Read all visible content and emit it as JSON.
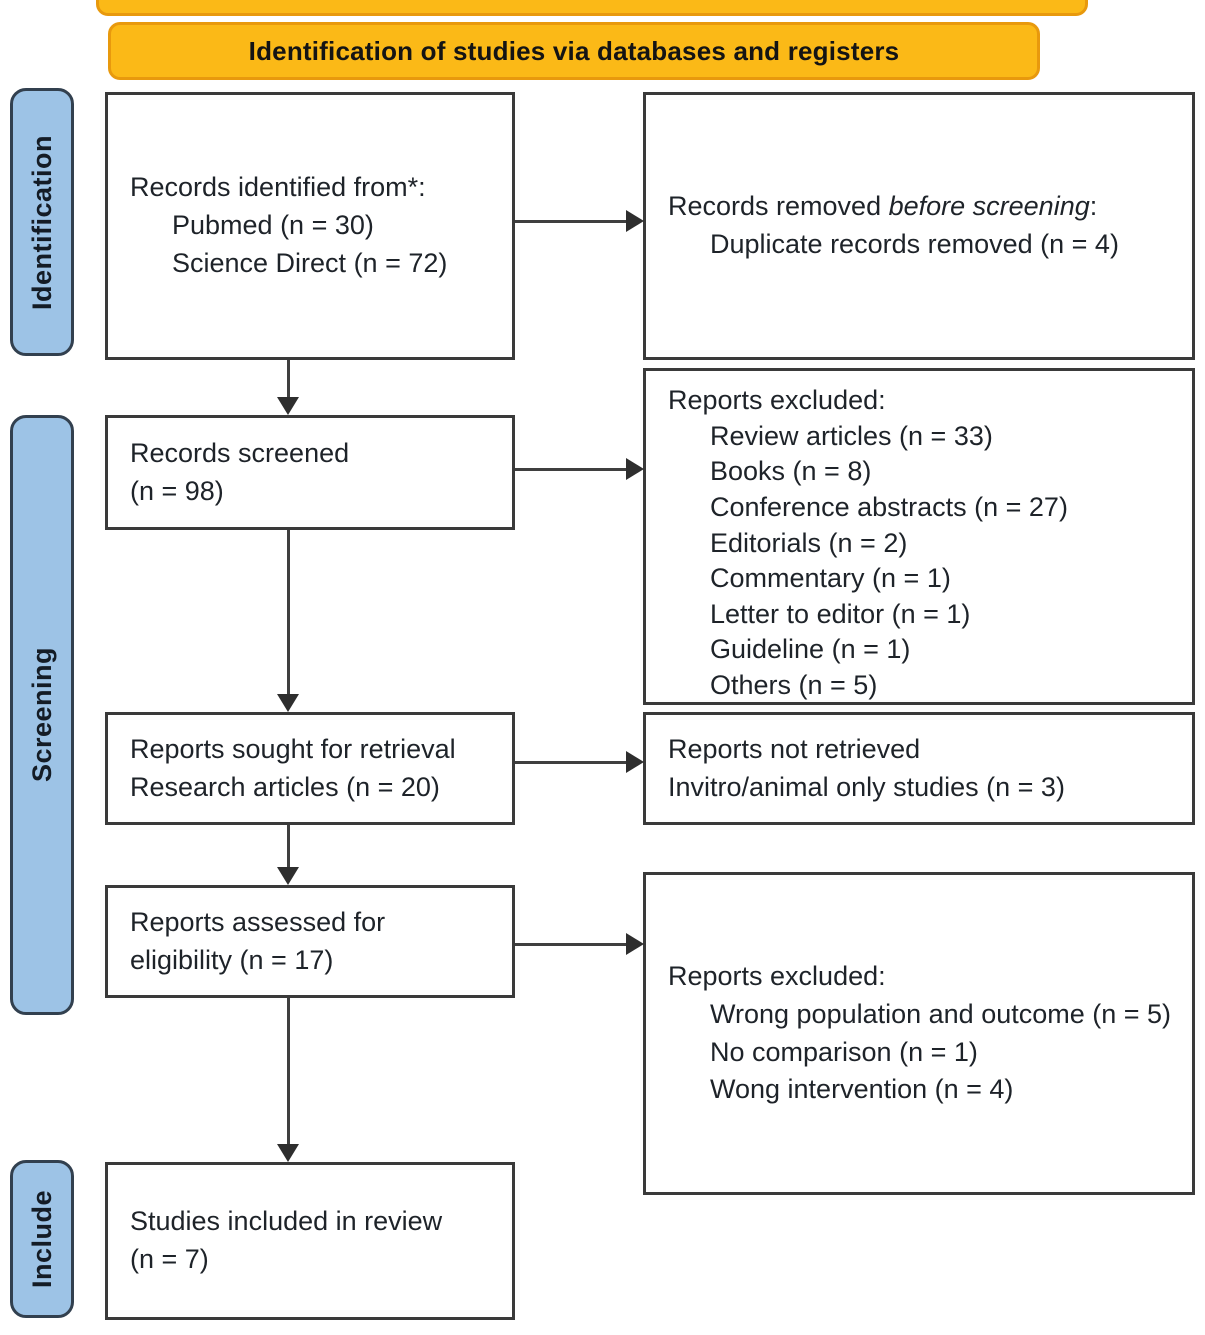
{
  "banner": {
    "title": "Identification of studies via databases and registers"
  },
  "stages": {
    "identification": "Identification",
    "screening": "Screening",
    "include": "Include"
  },
  "boxes": {
    "records_identified": {
      "title": "Records identified from*:",
      "items": [
        "Pubmed (n = 30)",
        "Science Direct (n = 72)"
      ]
    },
    "records_removed": {
      "title_prefix": "Records removed ",
      "title_italic": "before screening",
      "title_suffix": ":",
      "items": [
        "Duplicate records removed  (n = 4)"
      ]
    },
    "records_screened": {
      "lines": [
        "Records screened",
        "(n = 98)"
      ]
    },
    "reports_excluded_screening": {
      "title": "Reports excluded:",
      "items": [
        "Review articles (n = 33)",
        "Books (n = 8)",
        "Conference abstracts (n = 27)",
        "Editorials (n = 2)",
        "Commentary (n = 1)",
        "Letter to editor (n = 1)",
        "Guideline (n = 1)",
        "Others (n = 5)"
      ]
    },
    "reports_sought": {
      "lines": [
        "Reports sought for retrieval",
        "Research articles (n = 20)"
      ]
    },
    "reports_not_retrieved": {
      "lines": [
        "Reports not retrieved",
        "Invitro/animal only studies (n = 3)"
      ]
    },
    "reports_assessed": {
      "lines": [
        "Reports assessed for",
        "eligibility (n = 17)"
      ]
    },
    "reports_excluded_eligibility": {
      "title": "Reports excluded:",
      "items": [
        "Wrong population and outcome (n = 5)",
        "No comparison (n = 1)",
        "Wong intervention (n = 4)"
      ]
    },
    "studies_included": {
      "lines": [
        "Studies included in review",
        "(n = 7)"
      ]
    }
  },
  "colors": {
    "banner_fill": "#FBB917",
    "banner_border": "#E8990D",
    "stage_fill": "#9DC3E6",
    "box_border": "#3A3A3A",
    "arrow": "#3F3F3F"
  }
}
